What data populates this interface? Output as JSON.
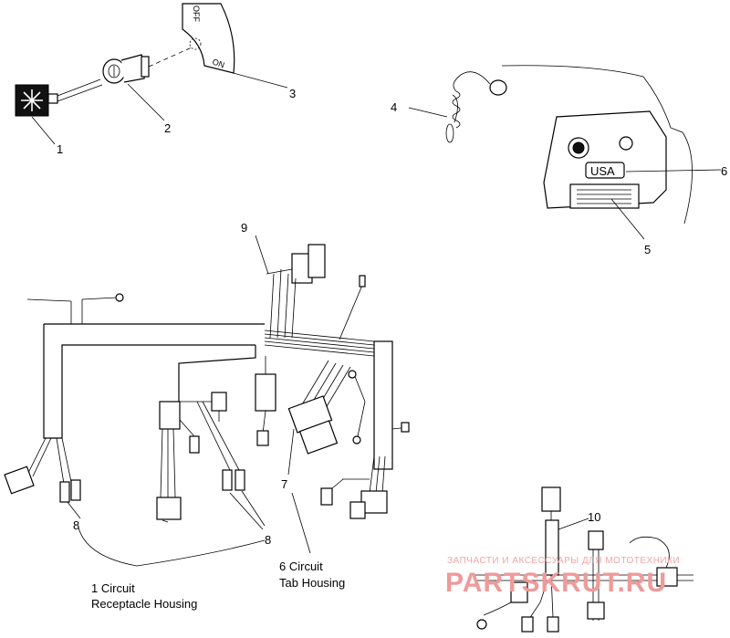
{
  "callouts": {
    "c1": "1",
    "c2": "2",
    "c3": "3",
    "c4": "4",
    "c5": "5",
    "c6": "6",
    "c7": "7",
    "c8a": "8",
    "c8b": "8",
    "c9": "9",
    "c10": "10"
  },
  "switch_plate": {
    "off_label": "OFF",
    "on_label": "ON"
  },
  "decal": {
    "country": "USA"
  },
  "captions": {
    "receptacle_line1": "1 Circuit",
    "receptacle_line2": "Receptacle Housing",
    "tab_line1": "6 Circuit",
    "tab_line2": "Tab Housing"
  },
  "watermark": {
    "line1": "ЗАПЧАСТИ И АКСЕССУАРЫ ДЛЯ МОТОТЕХНИКИ",
    "line2": "PARTSKRUT.RU"
  },
  "colors": {
    "ink": "#000000",
    "watermark": "#ef9a9a"
  }
}
